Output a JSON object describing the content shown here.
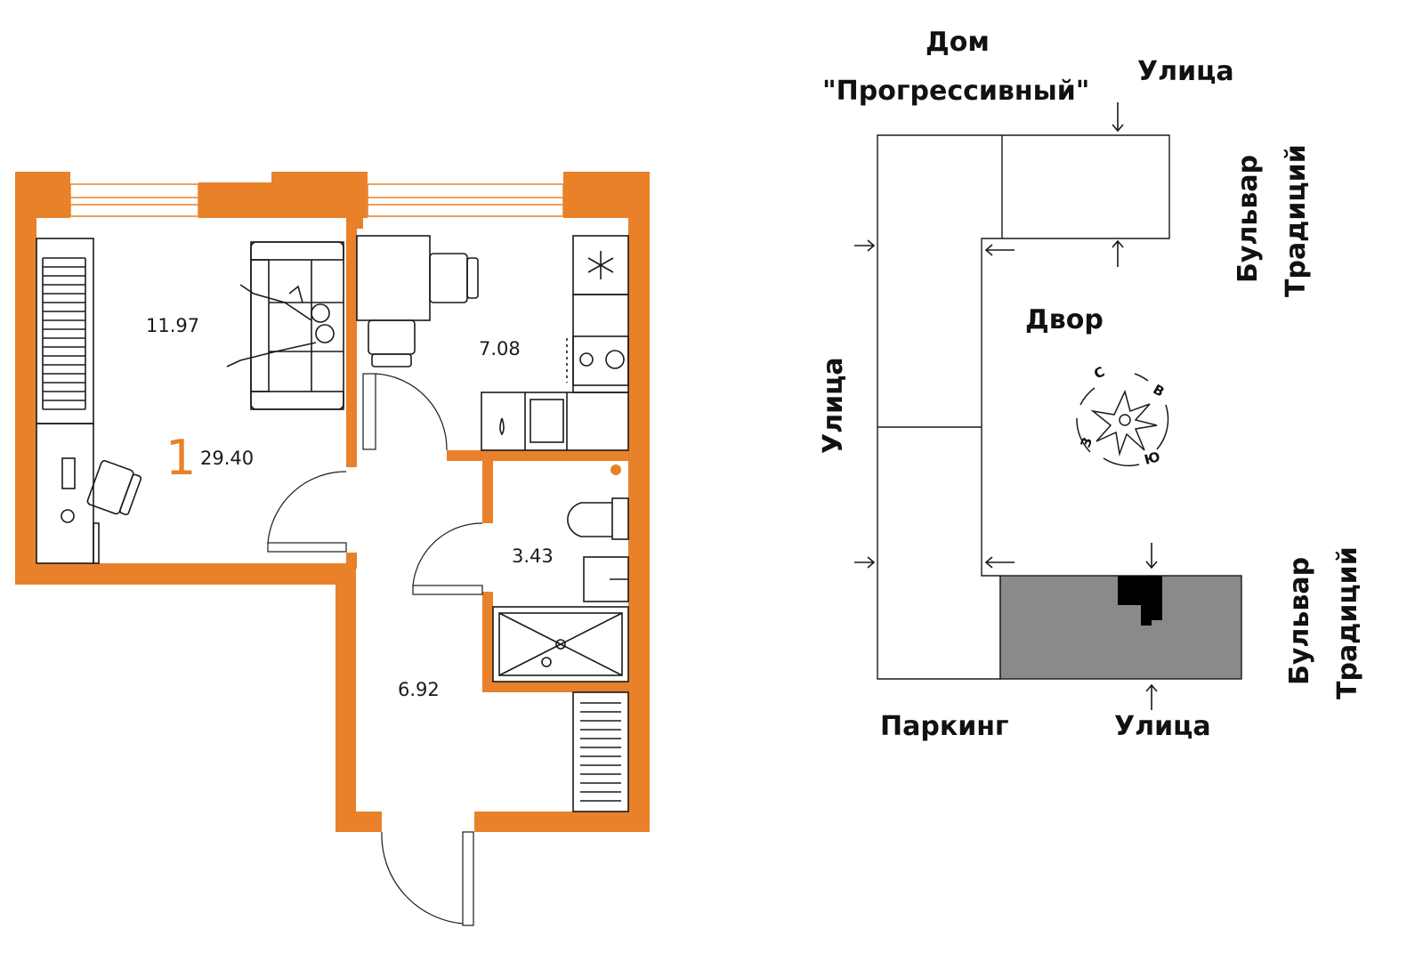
{
  "colors": {
    "accent": "#e8812a",
    "wall": "#e8812a",
    "line": "#1a1a1a",
    "highlight": "#8a8a8a",
    "marker": "#000000"
  },
  "plan": {
    "rooms_count": "1",
    "total_area": "29.40",
    "rooms": [
      {
        "name": "room",
        "area": "11.97"
      },
      {
        "name": "kitchen",
        "area": "7.08"
      },
      {
        "name": "bathroom",
        "area": "3.43"
      },
      {
        "name": "hall",
        "area": "6.92"
      }
    ],
    "icons": [
      "sofa-icon",
      "desk-icon",
      "chair-icon",
      "table-icon",
      "fridge-icon",
      "stove-icon",
      "sink-icon",
      "toilet-icon",
      "shower-icon",
      "radiator-icon",
      "door-icon",
      "window-icon"
    ]
  },
  "site": {
    "house_line1": "Дом",
    "house_line2": "\"Прогрессивный\"",
    "street_top": "Улица",
    "street_left": "Улица",
    "street_bottom": "Улица",
    "boulevard_right_top": [
      "Бульвар",
      "Традиций"
    ],
    "boulevard_right_bottom": [
      "Бульвар",
      "Традиций"
    ],
    "yard": "Двор",
    "parking": "Паркинг",
    "compass": {
      "n": "С",
      "e": "В",
      "s": "Ю",
      "w": "З"
    }
  }
}
